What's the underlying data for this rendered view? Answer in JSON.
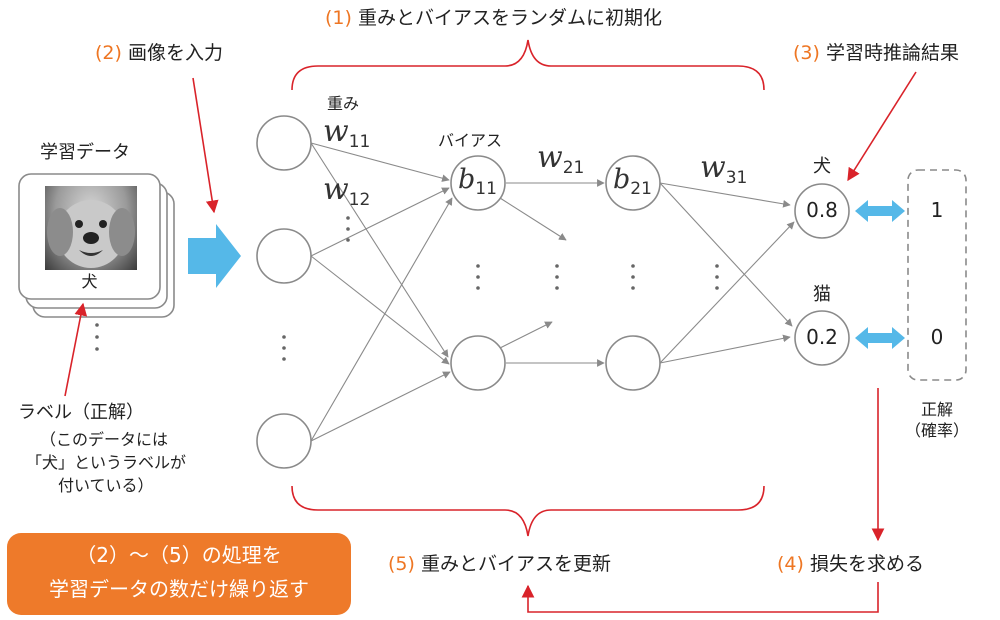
{
  "steps": {
    "s1_num": "(1)",
    "s1_text": "重みとバイアスをランダムに初期化",
    "s2_num": "(2)",
    "s2_text": "画像を入力",
    "s3_num": "(3)",
    "s3_text": "学習時推論結果",
    "s4_num": "(4)",
    "s4_text": "損失を求める",
    "s5_num": "(5)",
    "s5_text": "重みとバイアスを更新"
  },
  "training_data": {
    "title": "学習データ",
    "card_label": "犬"
  },
  "label_note": {
    "line1": "ラベル（正解）",
    "line2": "（このデータには",
    "line3": "「犬」というラベルが",
    "line4": "付いている）"
  },
  "network": {
    "weight_label": "重み",
    "bias_label": "バイアス",
    "w11": {
      "base": "w",
      "sub": "11"
    },
    "w12": {
      "base": "w",
      "sub": "12"
    },
    "w21": {
      "base": "w",
      "sub": "21"
    },
    "w31": {
      "base": "w",
      "sub": "31"
    },
    "b11": {
      "base": "b",
      "sub": "11"
    },
    "b21": {
      "base": "b",
      "sub": "21"
    }
  },
  "outputs": [
    {
      "label": "犬",
      "value": "0.8",
      "target": "1"
    },
    {
      "label": "猫",
      "value": "0.2",
      "target": "0"
    }
  ],
  "answer_label": {
    "line1": "正解",
    "line2": "（確率）"
  },
  "loop_box": {
    "line1": "（2）～（5）の処理を",
    "line2": "学習データの数だけ繰り返す"
  },
  "colors": {
    "accent": "#ee7623",
    "red": "#d9232a",
    "blue": "#55b8e8",
    "gray": "#808080"
  }
}
